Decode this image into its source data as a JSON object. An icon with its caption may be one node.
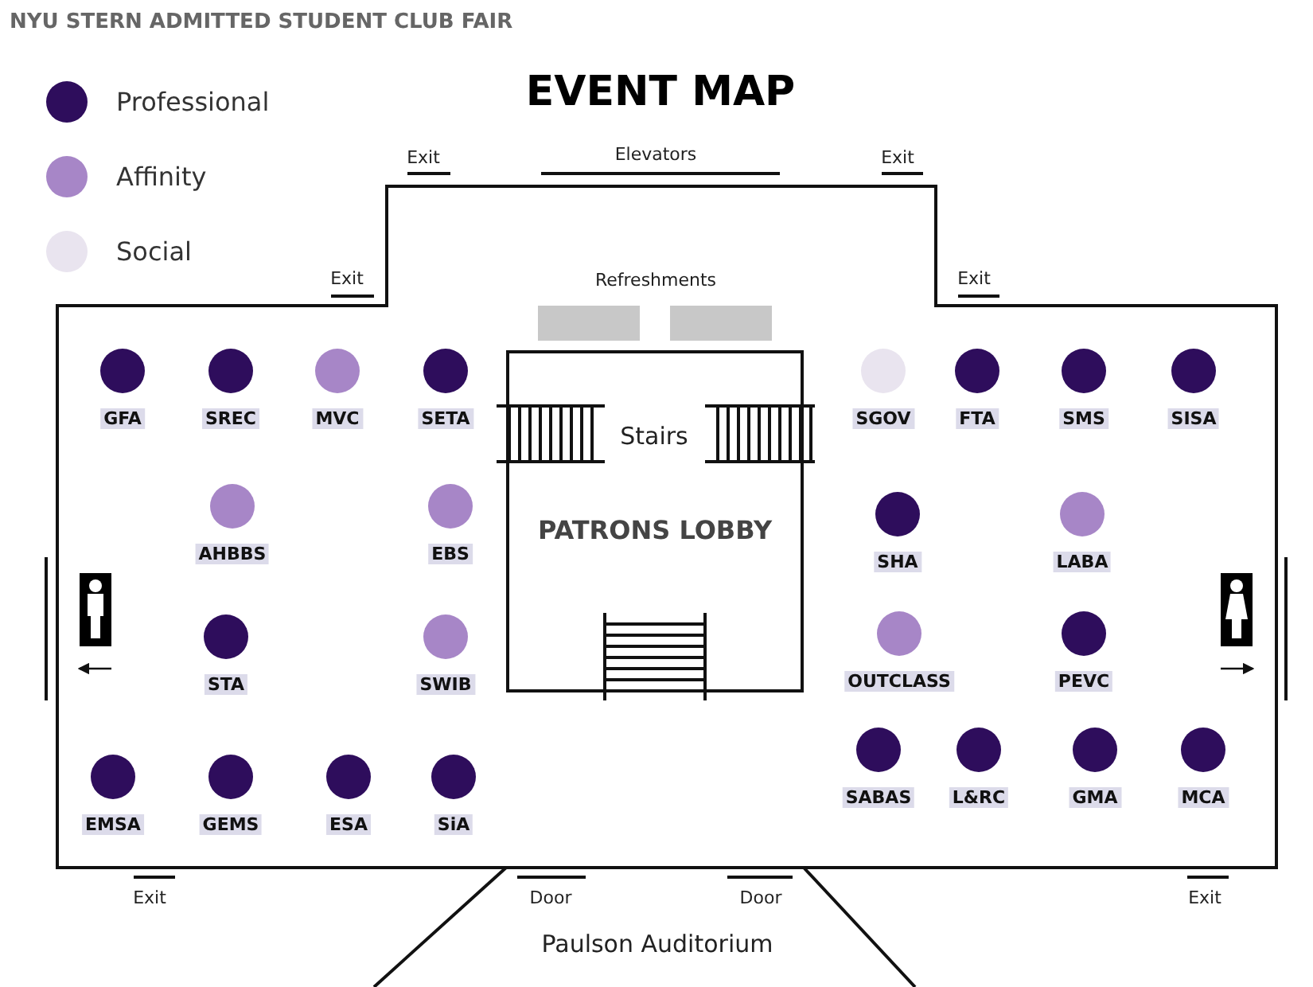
{
  "diagram": {
    "title": "EVENT MAP",
    "nodes": [
      {
        "text": [
          "PATRONS LOBBY"
        ]
      }
    ],
    "labels": [
      "NYU STERN ADMITTED STUDENT CLUB FAIR",
      "Exit",
      "Elevators",
      "Exit",
      "Exit",
      "Refreshments",
      "Exit",
      "GFA",
      "SREC",
      "MVC",
      "SETA",
      "Stairs",
      "SGOV",
      "FTA",
      "SMS",
      "SISA",
      "AHBBS",
      "EBS",
      "SHA",
      "LABA",
      "STA",
      "SWIB",
      "OUTCLASS",
      "PEVC",
      "EMSA",
      "GEMS",
      "ESA",
      "SiA",
      "SABAS",
      "L&RC",
      "GMA",
      "MCA",
      "Exit",
      "Door",
      "Door",
      "Exit",
      "Paulson Auditorium"
    ],
    "legend": [
      {
        "text": "Professional",
        "color": "#2e0d5c"
      },
      {
        "text": "Affinity",
        "color": "#a786c7"
      },
      {
        "text": "Social",
        "color": "#e9e4ef"
      }
    ]
  }
}
